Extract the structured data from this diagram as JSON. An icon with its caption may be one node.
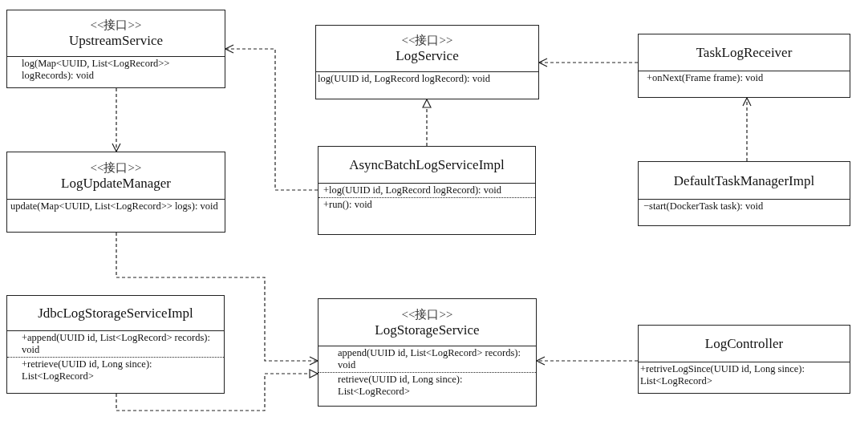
{
  "diagram": {
    "nodes": [
      {
        "text": [
          "<<接口>>",
          "UpstreamService",
          "log(Map<UUID, List<LogRecord>> logRecords): void"
        ]
      },
      {
        "text": [
          "<<接口>>",
          "LogService",
          "log(UUID id, LogRecord logRecord): void"
        ]
      },
      {
        "text": [
          "TaskLogReceiver",
          "+onNext(Frame frame): void"
        ]
      },
      {
        "text": [
          "<<接口>>",
          "LogUpdateManager",
          "update(Map<UUID, List<LogRecord>> logs): void"
        ]
      },
      {
        "text": [
          "AsyncBatchLogServiceImpl",
          "+log(UUID id, LogRecord logRecord): void",
          "+run(): void"
        ]
      },
      {
        "text": [
          "DefaultTaskManagerImpl",
          "−start(DockerTask task): void"
        ]
      },
      {
        "text": [
          "JdbcLogStorageServiceImpl",
          "+append(UUID id, List<LogRecord> records): void",
          "+retrieve(UUID id, Long since): List<LogRecord>"
        ]
      },
      {
        "text": [
          "<<接口>>",
          "LogStorageService",
          "append(UUID id, List<LogRecord> records): void",
          "retrieve(UUID id, Long since): List<LogRecord>"
        ]
      },
      {
        "text": [
          "LogController",
          "+retriveLogSince(UUID id, Long since): List<LogRecord>"
        ]
      }
    ],
    "edges": [
      {
        "from": 4,
        "to": 0,
        "arrow": "to"
      },
      {
        "from": 0,
        "to": 3,
        "arrow": "to"
      },
      {
        "from": 4,
        "to": 1,
        "arrow": "to"
      },
      {
        "from": 2,
        "to": 1,
        "arrow": "to"
      },
      {
        "from": 5,
        "to": 2,
        "arrow": "to"
      },
      {
        "from": 3,
        "to": 7,
        "arrow": "to"
      },
      {
        "from": 6,
        "to": 7,
        "arrow": "to"
      },
      {
        "from": 8,
        "to": 7,
        "arrow": "to"
      }
    ]
  }
}
